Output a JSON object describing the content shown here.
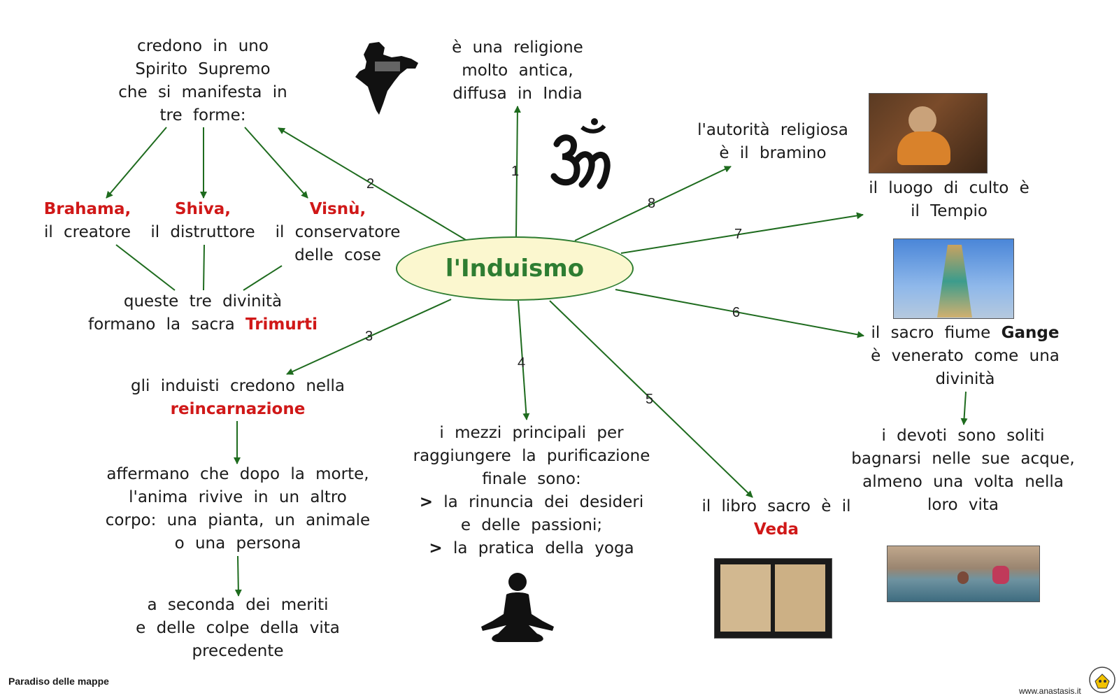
{
  "center": {
    "title": "l'Induismo"
  },
  "branch_numbers": [
    "1",
    "2",
    "3",
    "4",
    "5",
    "6",
    "7",
    "8"
  ],
  "nodes": {
    "spirit": [
      "credono in uno",
      "Spirito Supremo",
      "che si manifesta in",
      "tre forme:"
    ],
    "religion": [
      "è una religione",
      "molto antica,",
      "diffusa in India"
    ],
    "brahama": {
      "name": "Brahama,",
      "desc": "il creatore"
    },
    "shiva": {
      "name": "Shiva,",
      "desc": "il distruttore"
    },
    "visnu": {
      "name": "Visnù,",
      "desc1": "il conservatore",
      "desc2": "delle cose"
    },
    "trimurti": {
      "line1": "queste tre divinità",
      "line2": "formano la sacra",
      "word": "Trimurti"
    },
    "reincarnation": {
      "line1": "gli induisti credono nella",
      "word": "reincarnazione"
    },
    "after_death": [
      "affermano che dopo la morte,",
      "l'anima rivive in un altro",
      "corpo: una pianta, un animale",
      "o una persona"
    ],
    "merits": [
      "a seconda dei meriti",
      "e delle colpe della vita",
      "precedente"
    ],
    "means": [
      "i mezzi principali per",
      "raggiungere la purificazione",
      "finale sono:",
      "la rinuncia dei desideri",
      "e delle passioni;",
      "la pratica della yoga"
    ],
    "means_marker": ">",
    "veda": {
      "line1": "il libro sacro è il",
      "word": "Veda"
    },
    "authority": [
      "l'autorità religiosa",
      "è il bramino"
    ],
    "temple": [
      "il luogo di culto è",
      "il Tempio"
    ],
    "ganges": {
      "line1a": "il sacro fiume",
      "word": "Gange",
      "line2": "è venerato come una",
      "line3": "divinità"
    },
    "devotees": [
      "i devoti sono soliti",
      "bagnarsi nelle sue acque,",
      "almeno una volta nella",
      "loro vita"
    ]
  },
  "footer": {
    "left": "Paradiso delle mappe",
    "right": "www.anastasis.it"
  },
  "icons": [
    "india-map-icon",
    "om-symbol-icon",
    "yoga-meditation-icon",
    "supermappe-logo-icon"
  ],
  "colors": {
    "arrow": "#1e6b1e",
    "accent_red": "#d01818",
    "center_fill": "#fbf7cf",
    "center_text": "#2e7d32"
  }
}
